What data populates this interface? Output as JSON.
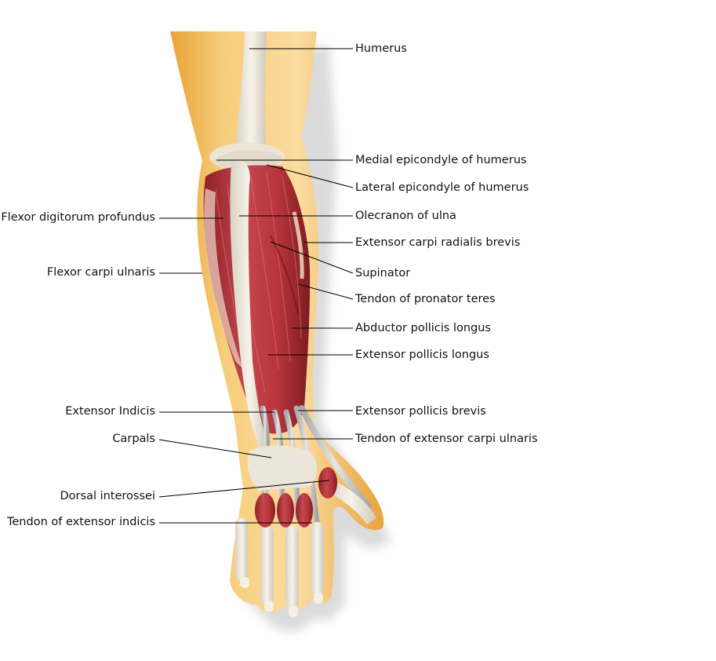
{
  "labels": {
    "humerus": "Humerus",
    "medial_epicondyle": "Medial epicondyle of humerus",
    "lateral_epicondyle": "Lateral epicondyle of humerus",
    "olecranon": "Olecranon of ulna",
    "ecrb": "Extensor carpi radialis brevis",
    "supinator": "Supinator",
    "pronator_tendon": "Tendon of pronator teres",
    "apl": "Abductor pollicis longus",
    "epl": "Extensor pollicis longus",
    "epb": "Extensor pollicis brevis",
    "ecu_tendon": "Tendon of extensor carpi ulnaris",
    "fdp": "Flexor digitorum profundus",
    "fcu": "Flexor carpi ulnaris",
    "extensor_indicis": "Extensor Indicis",
    "carpals": "Carpals",
    "dorsal_interossei": "Dorsal interossei",
    "ei_tendon": "Tendon of extensor indicis"
  },
  "colors": {
    "skin": "#f2b94e",
    "skin_light": "#fbe3b4",
    "bone": "#f0e9dc",
    "tendon": "#cfcfcf",
    "muscle": "#b8343c",
    "muscle_dark": "#8e2128",
    "leader_line": "#000000"
  }
}
